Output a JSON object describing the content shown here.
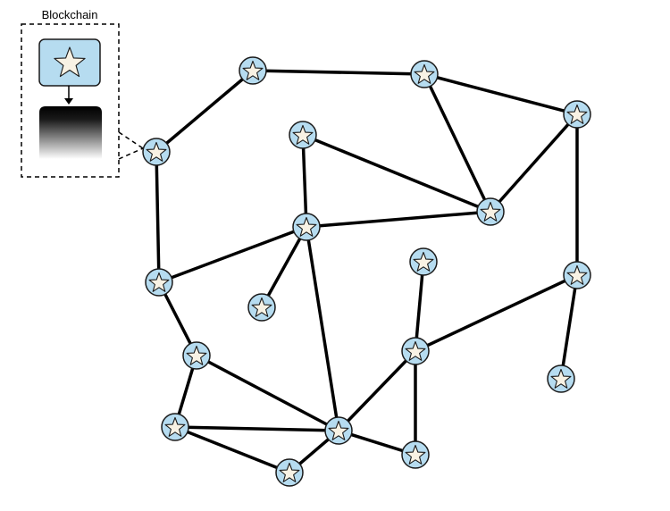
{
  "legend": {
    "title": "Blockchain",
    "icon": "star-icon"
  },
  "colors": {
    "node_fill": "#b6dcf0",
    "star_fill": "#f8f2e4",
    "stroke": "#000000"
  },
  "network": {
    "nodes": [
      "n1",
      "n2",
      "n3",
      "n4",
      "n5",
      "n6",
      "n7",
      "n8",
      "n9",
      "n10",
      "n11",
      "n12",
      "n13",
      "n14",
      "n15",
      "n16",
      "n17",
      "n18",
      "n19",
      "n20"
    ],
    "edges": [
      [
        "n1",
        "n2"
      ],
      [
        "n2",
        "n3"
      ],
      [
        "n3",
        "n4"
      ],
      [
        "n3",
        "n6"
      ],
      [
        "n4",
        "n6"
      ],
      [
        "n4",
        "n12"
      ],
      [
        "n5",
        "n6"
      ],
      [
        "n5",
        "n7"
      ],
      [
        "n7",
        "n6"
      ],
      [
        "n7",
        "n8"
      ],
      [
        "n7",
        "n10"
      ],
      [
        "n7",
        "n17"
      ],
      [
        "n1",
        "n8"
      ],
      [
        "n8",
        "n13"
      ],
      [
        "n9",
        "n14"
      ],
      [
        "n14",
        "n12"
      ],
      [
        "n14",
        "n17"
      ],
      [
        "n14",
        "n19"
      ],
      [
        "n12",
        "n16"
      ],
      [
        "n13",
        "n17"
      ],
      [
        "n13",
        "n15"
      ],
      [
        "n15",
        "n17"
      ],
      [
        "n15",
        "n18"
      ],
      [
        "n18",
        "n17"
      ],
      [
        "n17",
        "n19"
      ]
    ]
  }
}
